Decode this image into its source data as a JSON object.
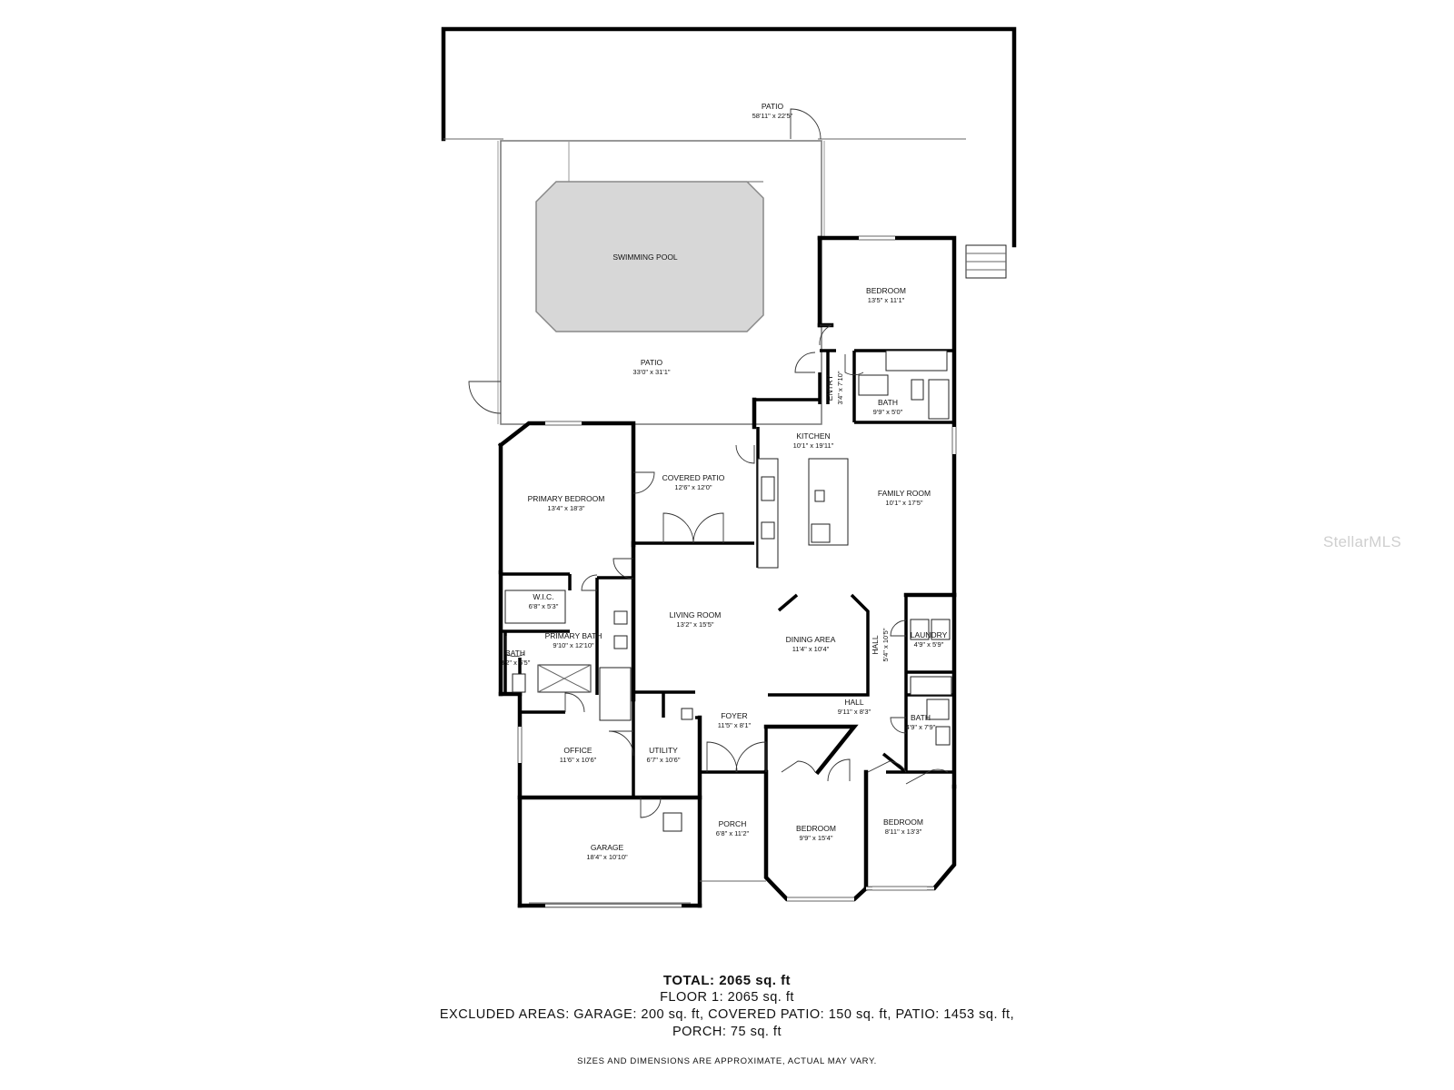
{
  "rooms": {
    "patio_top": {
      "name": "PATIO",
      "dims": "58'11\" x 22'5\""
    },
    "pool": {
      "name": "SWIMMING POOL"
    },
    "patio_pool": {
      "name": "PATIO",
      "dims": "33'0\" x 31'1\""
    },
    "bedroom_ne": {
      "name": "BEDROOM",
      "dims": "13'5\" x 11'1\""
    },
    "entry": {
      "name": "ENTRY",
      "dims": "3'4\" x 7'10\""
    },
    "bath_ne": {
      "name": "BATH",
      "dims": "9'9\" x 5'0\""
    },
    "kitchen": {
      "name": "KITCHEN",
      "dims": "10'1\" x 19'11\""
    },
    "family_room": {
      "name": "FAMILY ROOM",
      "dims": "10'1\" x 17'5\""
    },
    "covered_patio": {
      "name": "COVERED PATIO",
      "dims": "12'6\" x 12'0\""
    },
    "primary_bedroom": {
      "name": "PRIMARY BEDROOM",
      "dims": "13'4\" x 18'3\""
    },
    "wic": {
      "name": "W.I.C.",
      "dims": "6'8\" x 5'3\""
    },
    "primary_bath": {
      "name": "PRIMARY BATH",
      "dims": "9'10\" x 12'10\""
    },
    "bath_small": {
      "name": "BATH",
      "dims": "3'2\" x 6'5\""
    },
    "living_room": {
      "name": "LIVING ROOM",
      "dims": "13'2\" x 15'5\""
    },
    "dining_area": {
      "name": "DINING AREA",
      "dims": "11'4\" x 10'4\""
    },
    "hall_vertical": {
      "name": "HALL",
      "dims": "5'4\" x 10'5\""
    },
    "laundry": {
      "name": "LAUNDRY",
      "dims": "4'9\" x 5'9\""
    },
    "hall": {
      "name": "HALL",
      "dims": "9'11\" x 8'3\""
    },
    "bath_se": {
      "name": "BATH",
      "dims": "4'9\" x 7'9\""
    },
    "foyer": {
      "name": "FOYER",
      "dims": "11'5\" x 8'1\""
    },
    "office": {
      "name": "OFFICE",
      "dims": "11'6\" x 10'6\""
    },
    "utility": {
      "name": "UTILITY",
      "dims": "6'7\" x 10'6\""
    },
    "porch": {
      "name": "PORCH",
      "dims": "6'8\" x 11'2\""
    },
    "bedroom_s1": {
      "name": "BEDROOM",
      "dims": "9'9\" x 15'4\""
    },
    "bedroom_s2": {
      "name": "BEDROOM",
      "dims": "8'11\" x 13'3\""
    },
    "garage": {
      "name": "GARAGE",
      "dims": "18'4\" x 10'10\""
    }
  },
  "summary": {
    "total": "TOTAL: 2065 sq. ft",
    "floor1": "FLOOR 1: 2065 sq. ft",
    "excluded_1": "EXCLUDED AREAS: GARAGE: 200 sq. ft, COVERED PATIO: 150 sq. ft, PATIO: 1453 sq. ft,",
    "excluded_2": "PORCH: 75 sq. ft",
    "disclaimer": "SIZES AND DIMENSIONS ARE APPROXIMATE, ACTUAL MAY VARY."
  },
  "watermark": "StellarMLS"
}
